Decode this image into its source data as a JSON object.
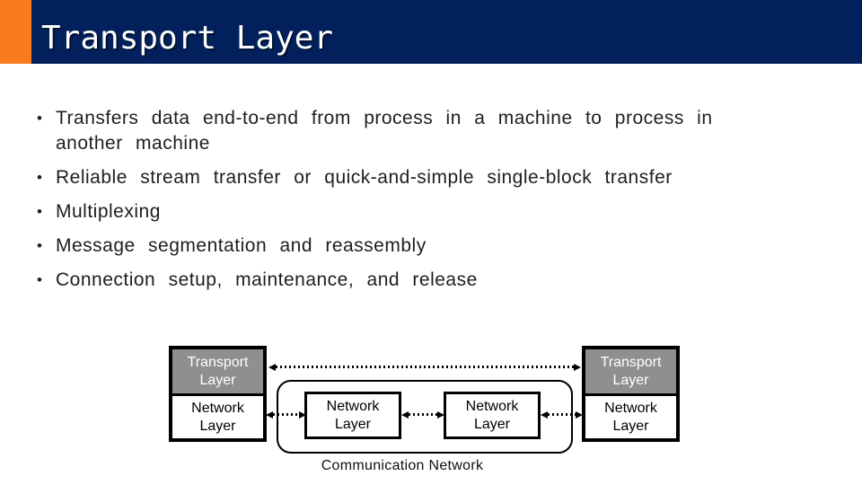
{
  "slide": {
    "title": "Transport Layer",
    "bullet_glyph": "•",
    "bullets": [
      "Transfers data end-to-end from process in a machine to process in another machine",
      "Reliable stream transfer or quick-and-simple single-block transfer",
      "Multiplexing",
      "Message segmentation and reassembly",
      "Connection setup, maintenance, and release"
    ],
    "colors": {
      "header_navy": "#02215C",
      "accent_orange": "#F97C1C",
      "layer_box_gray": "#8F8F8F"
    }
  },
  "diagram": {
    "left_stack": {
      "top_label": "Transport\nLayer",
      "bottom_label": "Network\nLayer"
    },
    "right_stack": {
      "top_label": "Transport\nLayer",
      "bottom_label": "Network\nLayer"
    },
    "network_box_1": "Network\nLayer",
    "network_box_2": "Network\nLayer",
    "communication_network_label": "Communication Network"
  }
}
